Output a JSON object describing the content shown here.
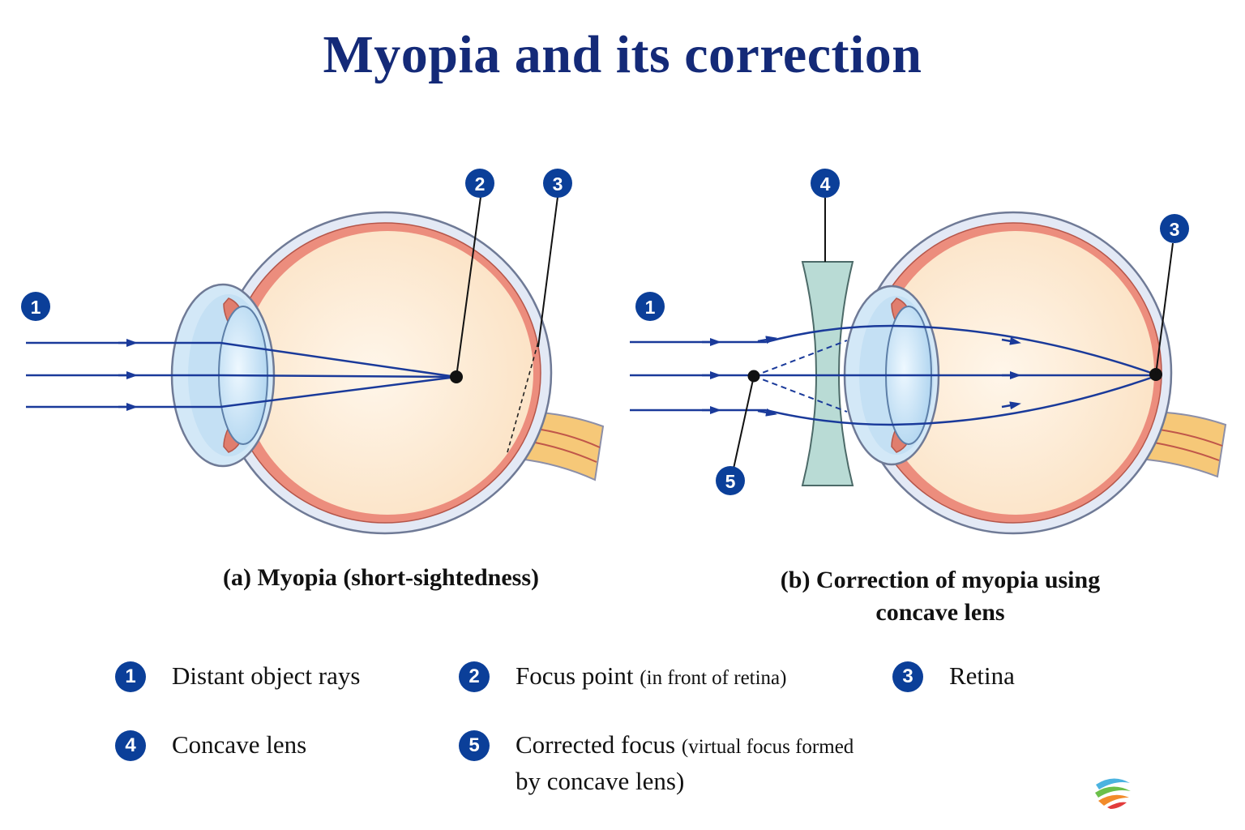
{
  "title": "Myopia and its correction",
  "captions": {
    "a": "(a) Myopia (short-sightedness)",
    "b_line1": "(b) Correction of myopia using",
    "b_line2": "concave lens"
  },
  "markers": [
    "1",
    "2",
    "3",
    "4",
    "5"
  ],
  "legend": [
    {
      "number": "1",
      "text": "Distant object rays",
      "note": ""
    },
    {
      "number": "2",
      "text": "Focus point ",
      "note": "(in front of retina)"
    },
    {
      "number": "3",
      "text": "Retina",
      "note": ""
    },
    {
      "number": "4",
      "text": "Concave lens",
      "note": ""
    },
    {
      "number": "5",
      "text": "Corrected focus ",
      "note": "(virtual focus formed",
      "text2": "by concave lens)"
    }
  ],
  "colors": {
    "title": "#142a78",
    "badge": "#0b3f99",
    "ray": "#1a3a9a",
    "sclera": "#b9c4dc",
    "choroid": "#e88a78",
    "vitreous": "#fcebd4",
    "lens": "#cde6f7",
    "concave_lens": "#b9dbd5",
    "optic_nerve": "#f6c878"
  },
  "logo_icon": "colored-globe-logo"
}
